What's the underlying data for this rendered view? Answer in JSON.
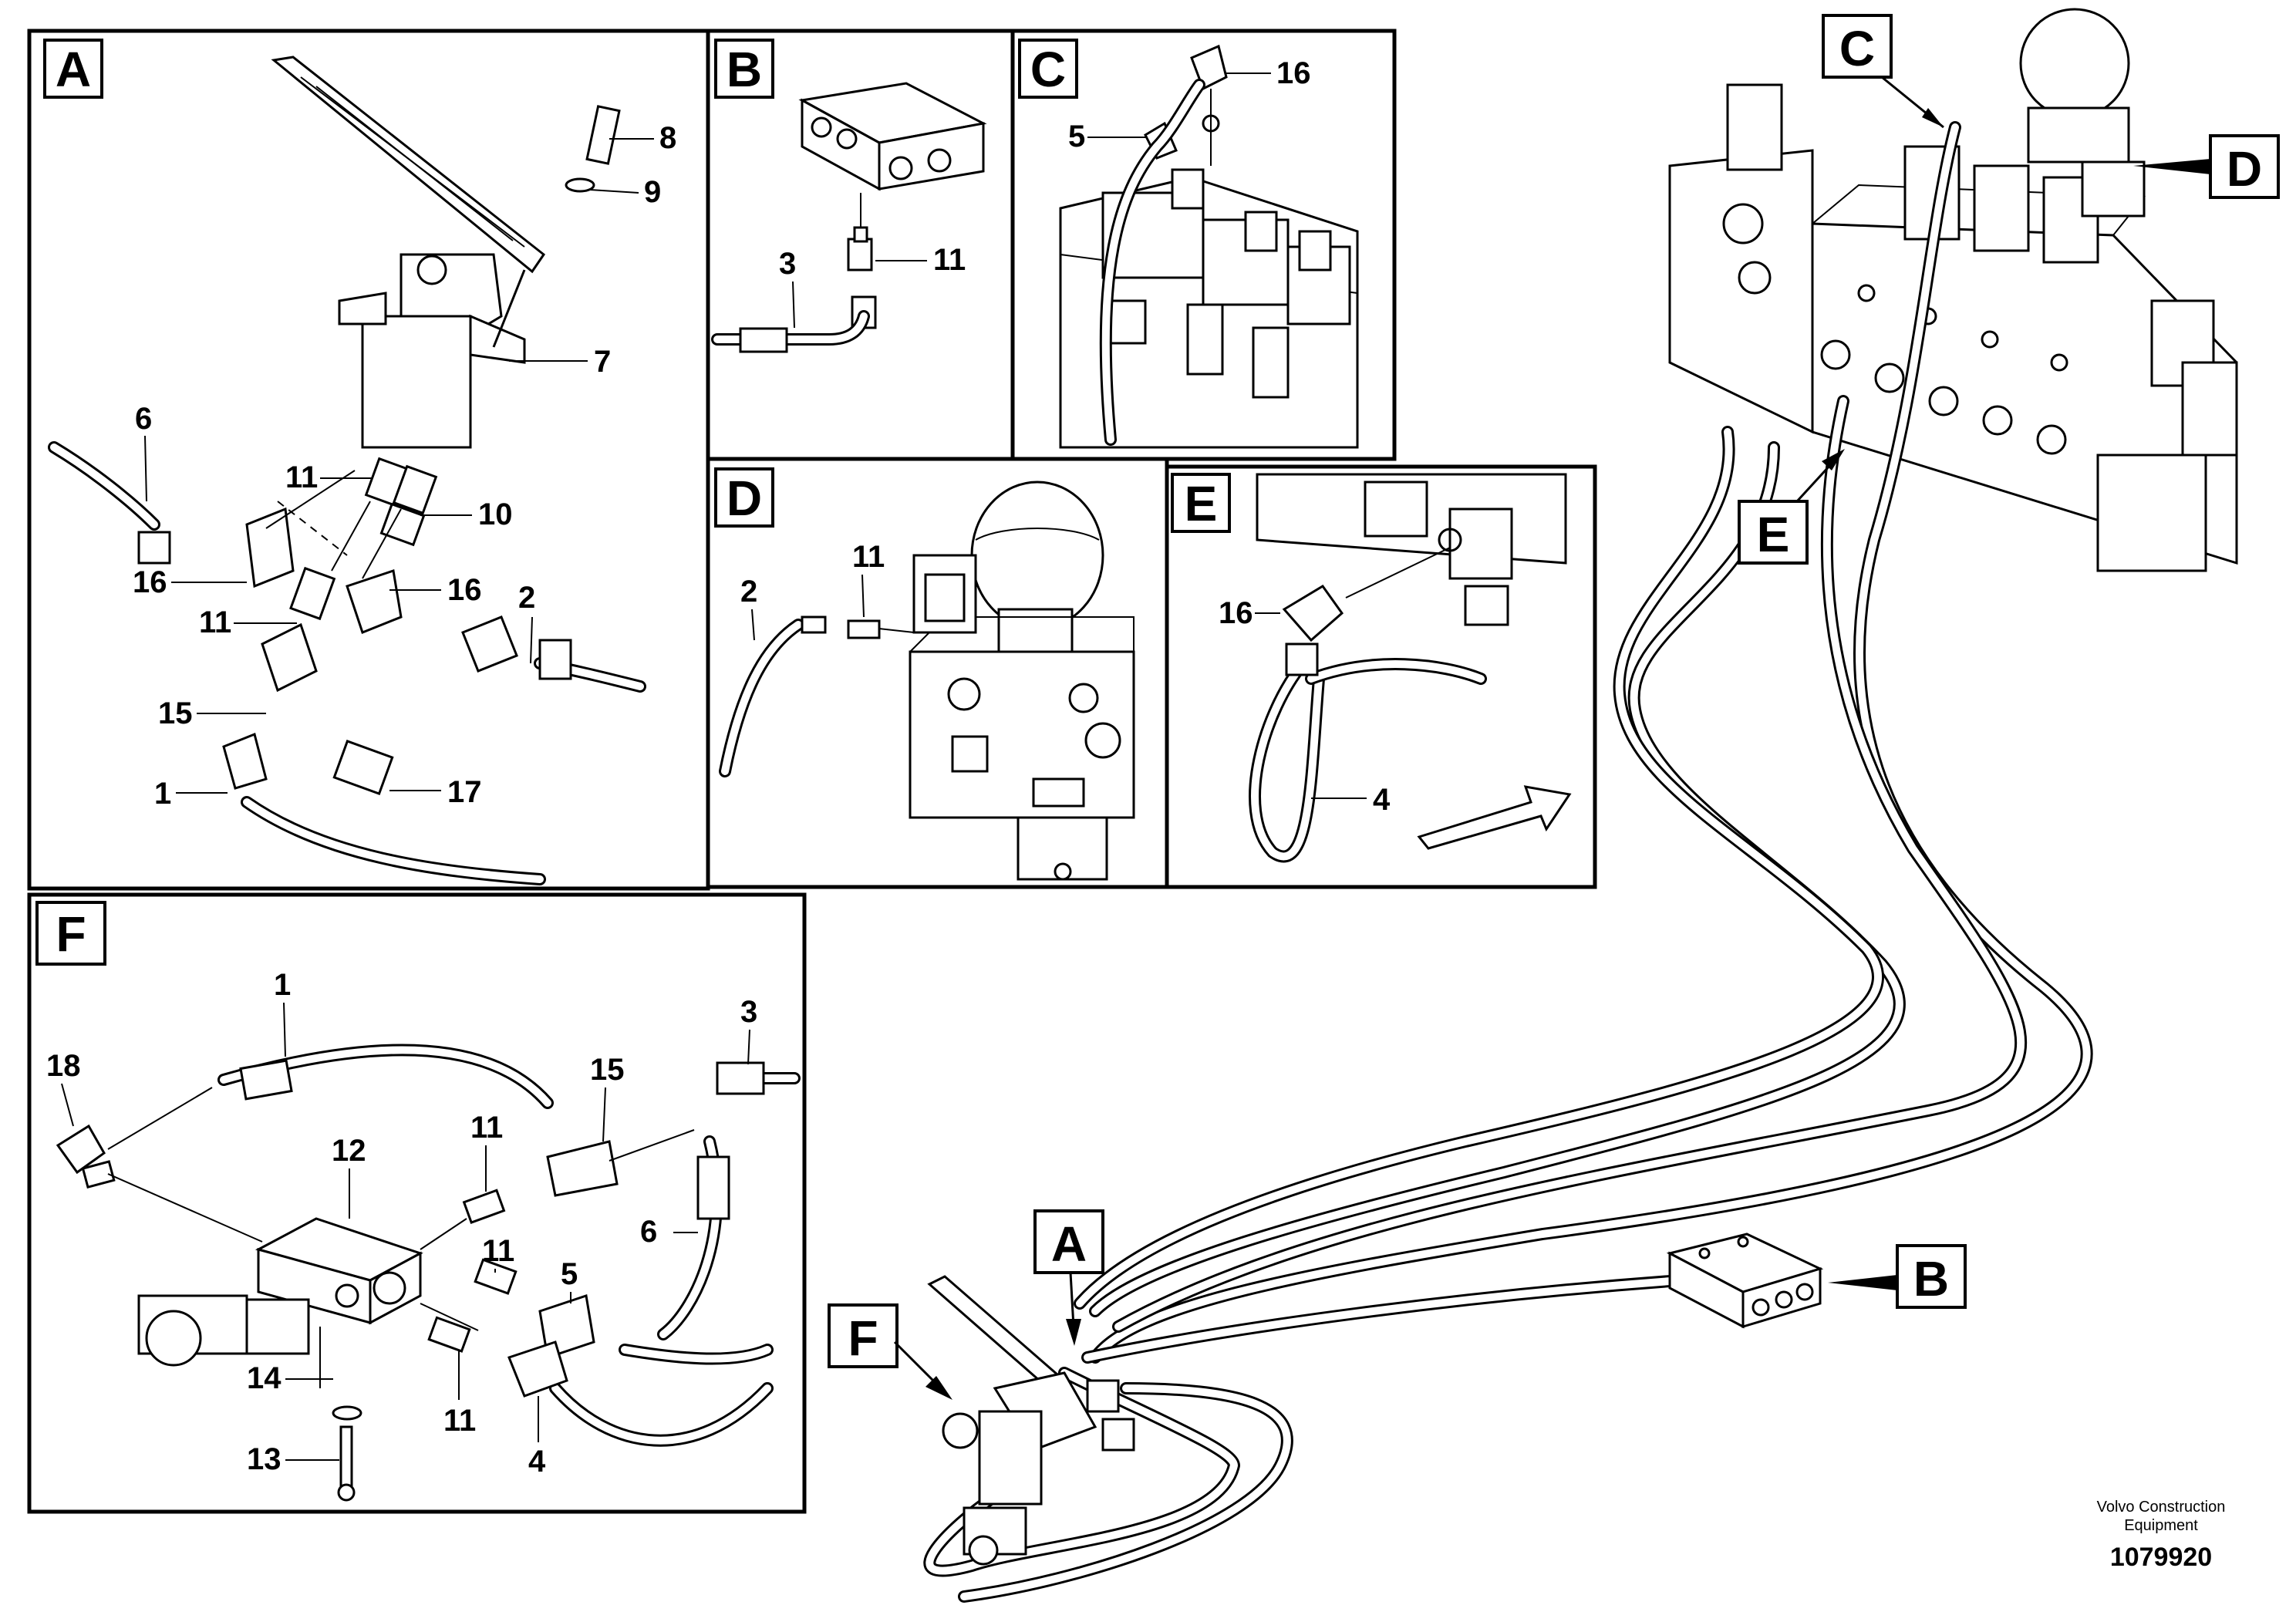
{
  "panels": {
    "A": {
      "letter": "A",
      "callouts": [
        "8",
        "9",
        "7",
        "6",
        "11",
        "10",
        "16",
        "16",
        "11",
        "2",
        "15",
        "1",
        "17"
      ]
    },
    "B": {
      "letter": "B",
      "callouts": [
        "3",
        "11"
      ]
    },
    "C": {
      "letter": "C",
      "callouts": [
        "16",
        "5"
      ]
    },
    "D": {
      "letter": "D",
      "callouts": [
        "2",
        "11"
      ]
    },
    "E": {
      "letter": "E",
      "callouts": [
        "16",
        "4"
      ]
    },
    "F": {
      "letter": "F",
      "callouts": [
        "1",
        "3",
        "18",
        "15",
        "11",
        "12",
        "6",
        "11",
        "5",
        "14",
        "11",
        "4",
        "13"
      ]
    }
  },
  "overview_tags": {
    "C": "C",
    "D": "D",
    "E": "E",
    "A": "A",
    "B": "B",
    "F": "F"
  },
  "credit": {
    "line1": "Volvo Construction",
    "line2": "Equipment",
    "number": "1079920"
  }
}
